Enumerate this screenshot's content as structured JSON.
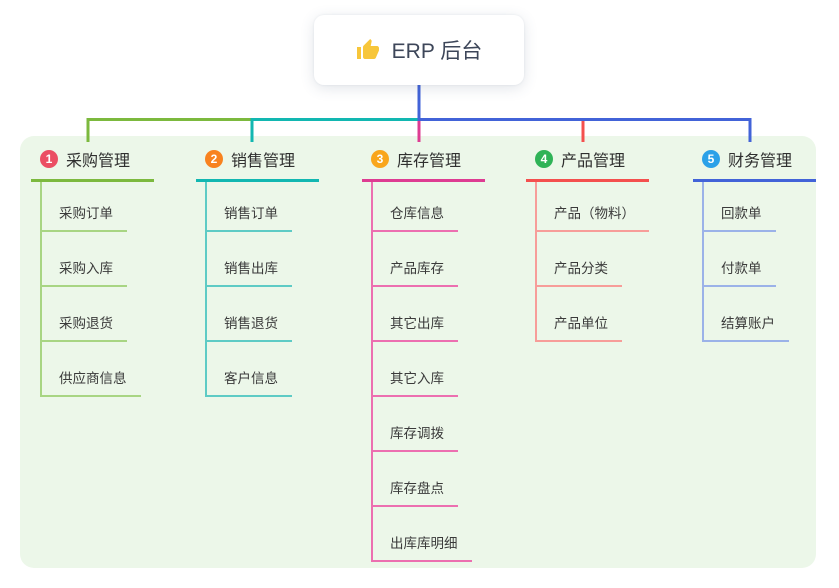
{
  "root": {
    "icon": "thumbs-up",
    "title": "ERP 后台"
  },
  "canvas": {
    "background": "#ffffff",
    "panel_background": "#ECF7E9",
    "root_text_color": "#3d4659",
    "branch_text_color": "#2f2f2f",
    "child_text_color": "#3a3a3a",
    "thumb_icon_color": "#F7C63A"
  },
  "branches": [
    {
      "index": "1",
      "label": "采购管理",
      "badge_color": "#EB4E63",
      "line_color": "#7CB93E",
      "child_line_color": "#A8D583",
      "children": [
        "采购订单",
        "采购入库",
        "采购退货",
        "供应商信息"
      ]
    },
    {
      "index": "2",
      "label": "销售管理",
      "badge_color": "#F8821F",
      "line_color": "#12B7B1",
      "child_line_color": "#5ECBC5",
      "children": [
        "销售订单",
        "销售出库",
        "销售退货",
        "客户信息"
      ]
    },
    {
      "index": "3",
      "label": "库存管理",
      "badge_color": "#F9A61C",
      "line_color": "#DE3C92",
      "child_line_color": "#EC6FB0",
      "children": [
        "仓库信息",
        "产品库存",
        "其它出库",
        "其它入库",
        "库存调拨",
        "库存盘点",
        "出库库明细"
      ]
    },
    {
      "index": "4",
      "label": "产品管理",
      "badge_color": "#2FB357",
      "line_color": "#F4504E",
      "child_line_color": "#F79D99",
      "children": [
        "产品（物料）",
        "产品分类",
        "产品单位"
      ]
    },
    {
      "index": "5",
      "label": "财务管理",
      "badge_color": "#2BA1E8",
      "line_color": "#4263D8",
      "child_line_color": "#9BB2E8",
      "children": [
        "回款单",
        "付款单",
        "结算账户"
      ]
    }
  ]
}
